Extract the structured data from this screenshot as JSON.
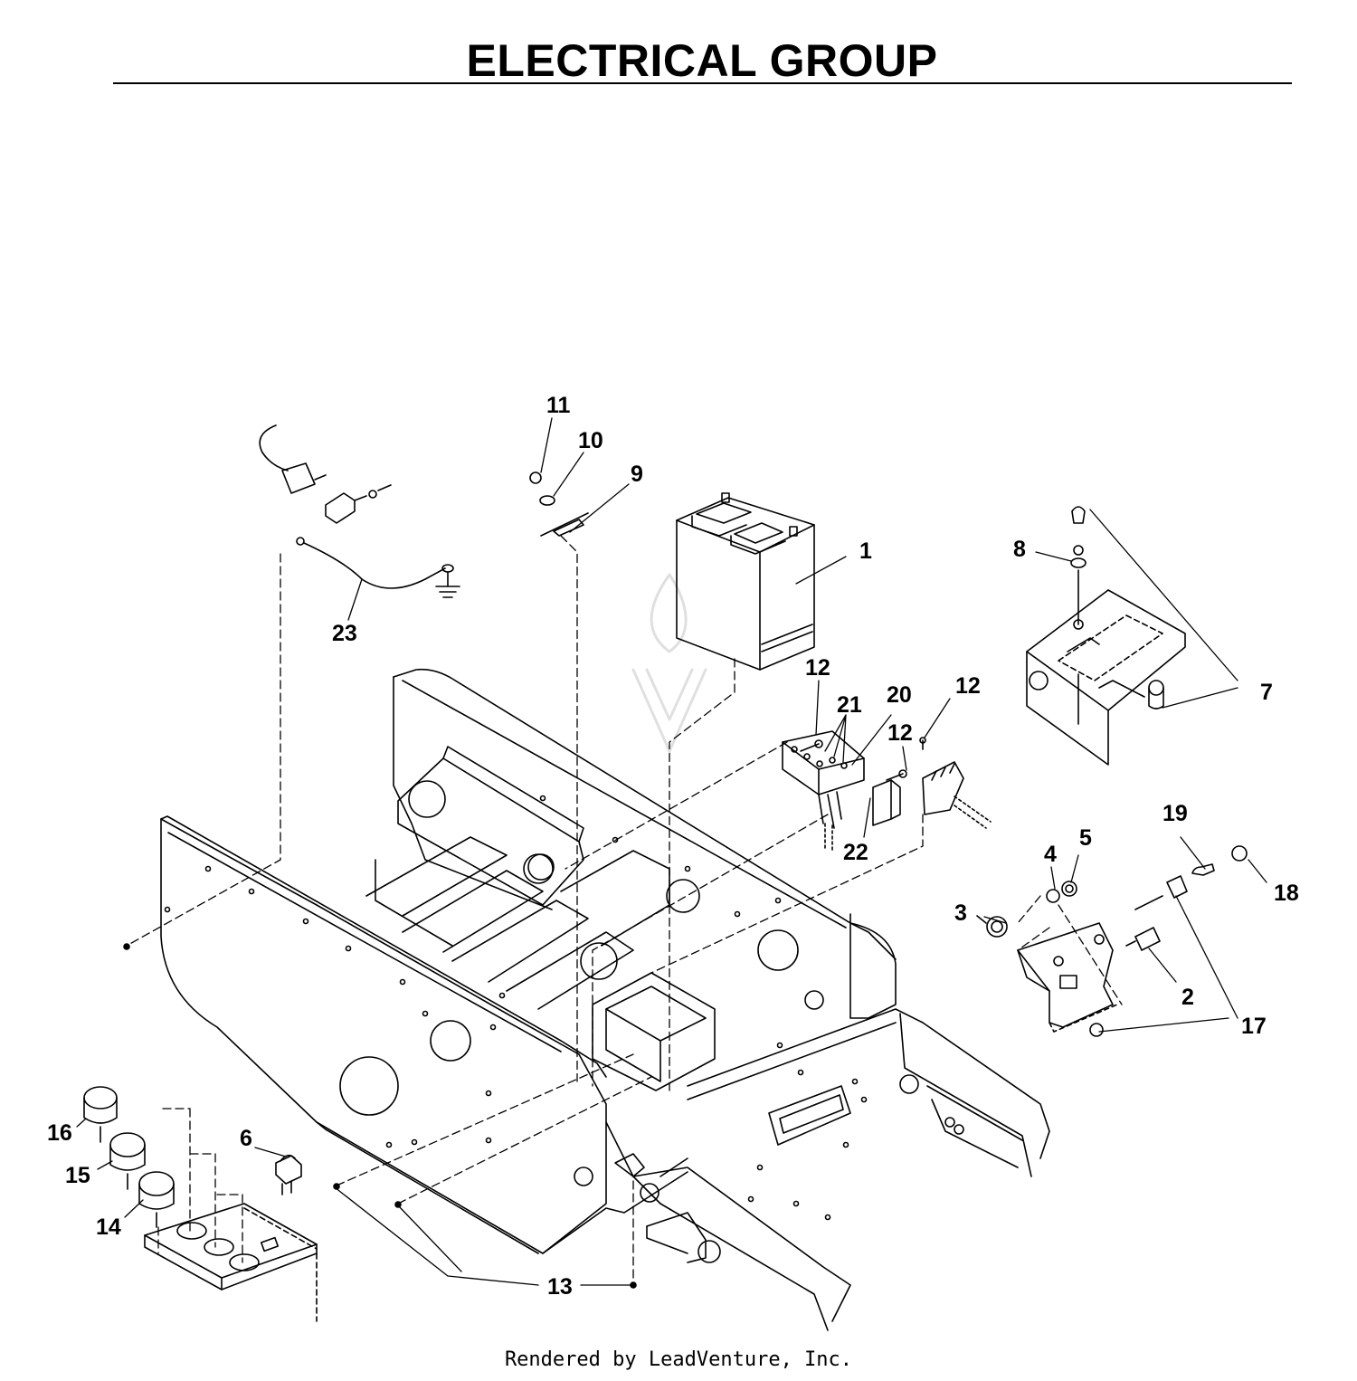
{
  "page": {
    "title": "ELECTRICAL GROUP",
    "footer": "Rendered by LeadVenture, Inc."
  },
  "callouts": [
    {
      "id": "c1",
      "text": "1"
    },
    {
      "id": "c2",
      "text": "2"
    },
    {
      "id": "c3",
      "text": "3"
    },
    {
      "id": "c4",
      "text": "4"
    },
    {
      "id": "c5",
      "text": "5"
    },
    {
      "id": "c6",
      "text": "6"
    },
    {
      "id": "c7",
      "text": "7"
    },
    {
      "id": "c8",
      "text": "8"
    },
    {
      "id": "c9",
      "text": "9"
    },
    {
      "id": "c10",
      "text": "10"
    },
    {
      "id": "c11",
      "text": "11"
    },
    {
      "id": "c12a",
      "text": "12"
    },
    {
      "id": "c12b",
      "text": "12"
    },
    {
      "id": "c12c",
      "text": "12"
    },
    {
      "id": "c13",
      "text": "13"
    },
    {
      "id": "c14",
      "text": "14"
    },
    {
      "id": "c15",
      "text": "15"
    },
    {
      "id": "c16",
      "text": "16"
    },
    {
      "id": "c17",
      "text": "17"
    },
    {
      "id": "c18",
      "text": "18"
    },
    {
      "id": "c19",
      "text": "19"
    },
    {
      "id": "c20",
      "text": "20"
    },
    {
      "id": "c21",
      "text": "21"
    },
    {
      "id": "c22",
      "text": "22"
    },
    {
      "id": "c23",
      "text": "23"
    }
  ]
}
